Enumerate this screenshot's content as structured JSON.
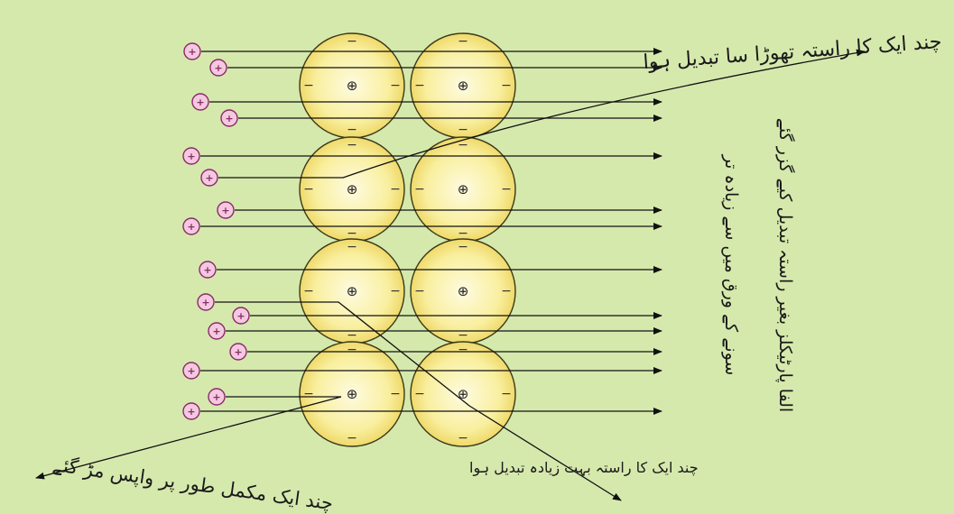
{
  "labels": {
    "top_right": "چند ایک کا راستہ تھوڑا سا تبدیل ہوا",
    "vertical_right_1": "الفا پارٹیکلز بغیر راستہ تبدیل کیے گزر گئے",
    "vertical_right_2": "سونے کے ورق میں سے زیادہ تر",
    "vertical_right_3": "",
    "bottom_left": "چند ایک مکمل طور پر واپس مڑ گئے",
    "bottom_middle": "چند ایک کا راستہ بہت زیادہ تبدیل ہوا"
  },
  "symbols": {
    "alpha_particle": "+",
    "nucleus": "⊕",
    "electron": "−"
  },
  "colors": {
    "background": "#d6e9ad",
    "atom_fill_center": "#fdf8cf",
    "atom_fill_edge": "#f2e27a",
    "atom_stroke": "#3a3a1a",
    "arrow": "#111111",
    "particle_fill": "#f4c9df",
    "particle_stroke": "#8a2b6b"
  }
}
